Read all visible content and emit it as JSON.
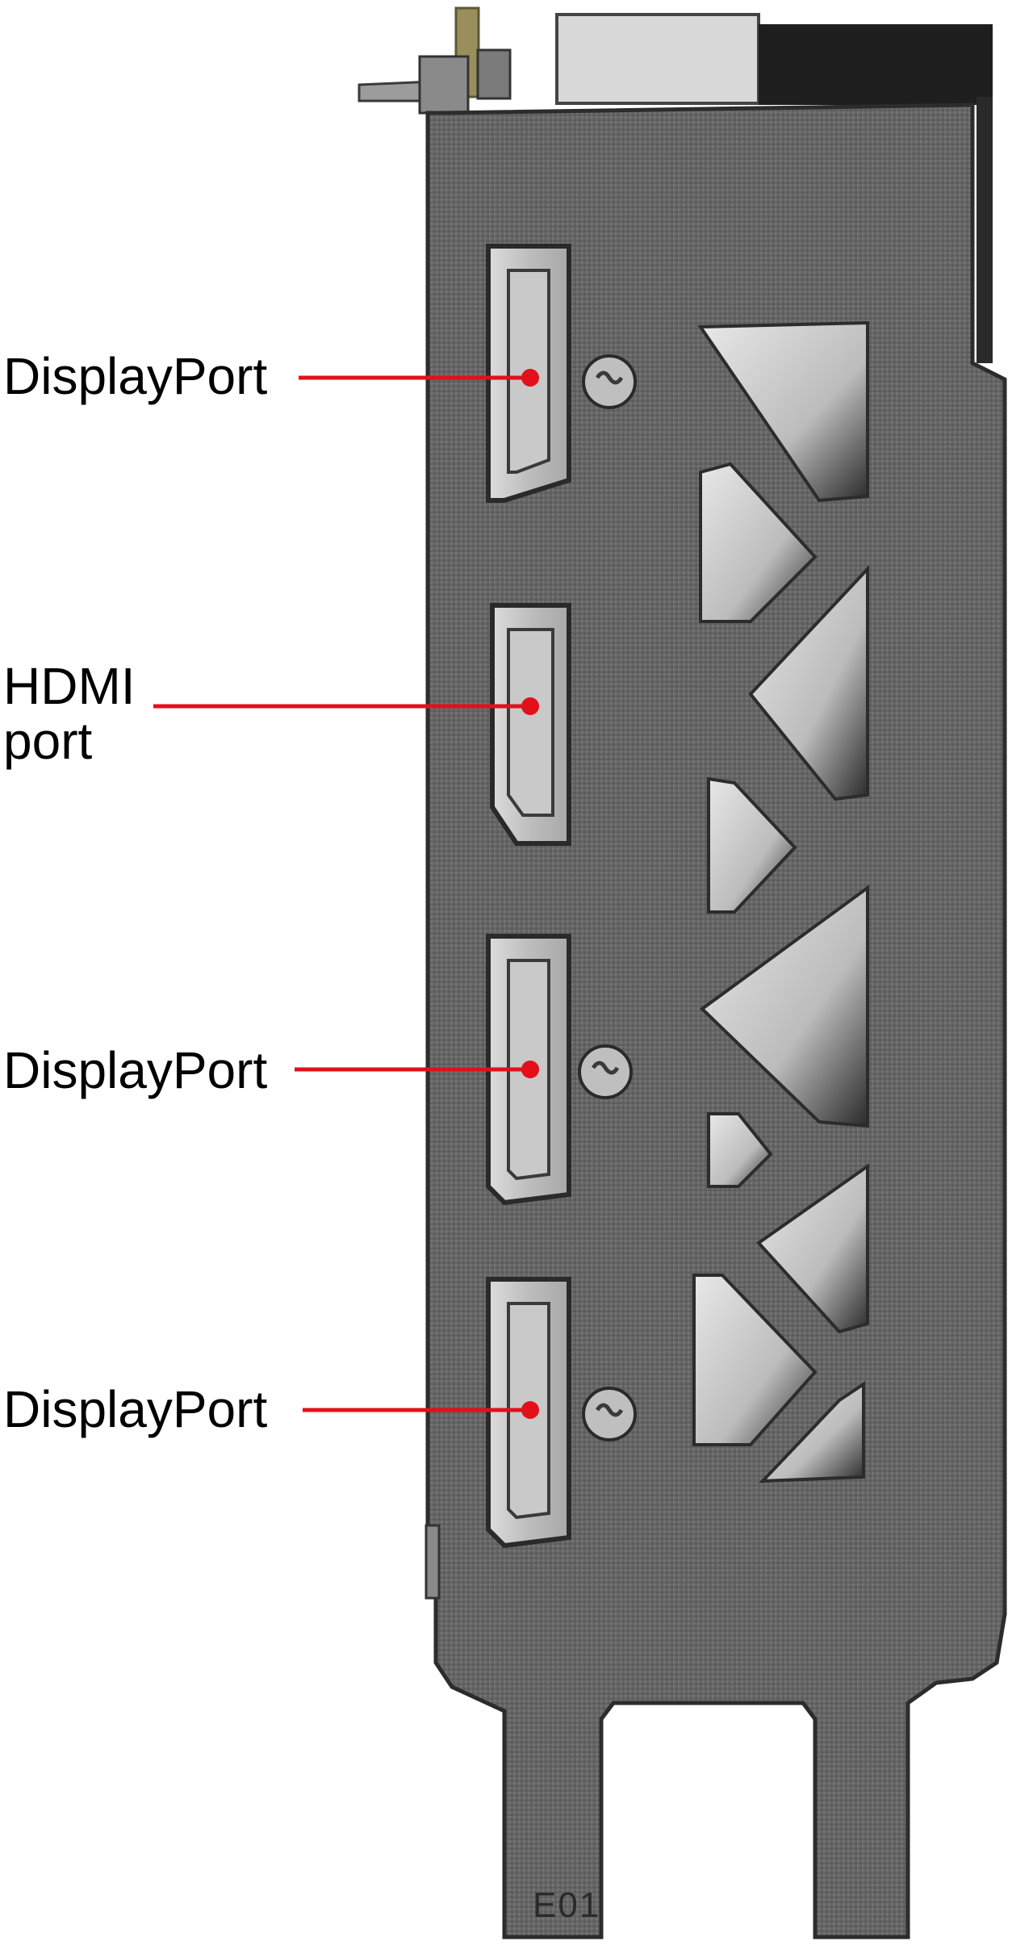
{
  "labels": {
    "port1": "DisplayPort",
    "port2": "HDMI\nport",
    "port3": "DisplayPort",
    "port4": "DisplayPort"
  },
  "bracket": {
    "marking": "E01"
  },
  "colors": {
    "pointer": "#e3101b",
    "bracket": "#6e6e6e",
    "background": "#ffffff",
    "text": "#000000"
  }
}
